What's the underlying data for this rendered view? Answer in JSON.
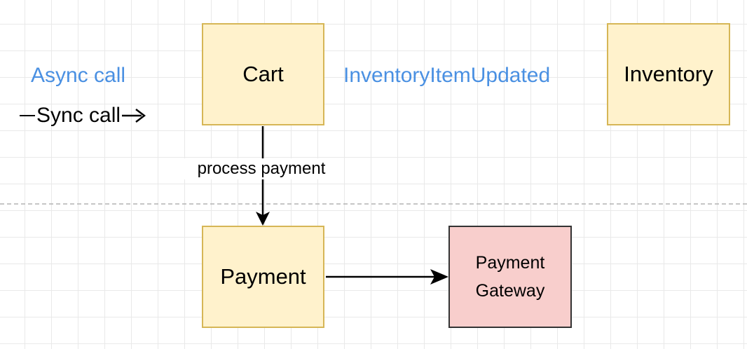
{
  "legend": {
    "async_label": "Async call",
    "sync_label": "Sync call"
  },
  "events": {
    "inventory_item_updated": "InventoryItemUpdated"
  },
  "nodes": {
    "cart": "Cart",
    "inventory": "Inventory",
    "payment": "Payment",
    "payment_gateway_line1": "Payment",
    "payment_gateway_line2": "Gateway"
  },
  "edges": {
    "cart_to_payment_label": "process payment"
  },
  "colors": {
    "async_text": "#4a90e2",
    "service_fill": "#fff2cc",
    "service_border": "#d6b656",
    "external_fill": "#f8cecc",
    "external_border": "#333333",
    "boundary_line": "#b3b3b3"
  }
}
